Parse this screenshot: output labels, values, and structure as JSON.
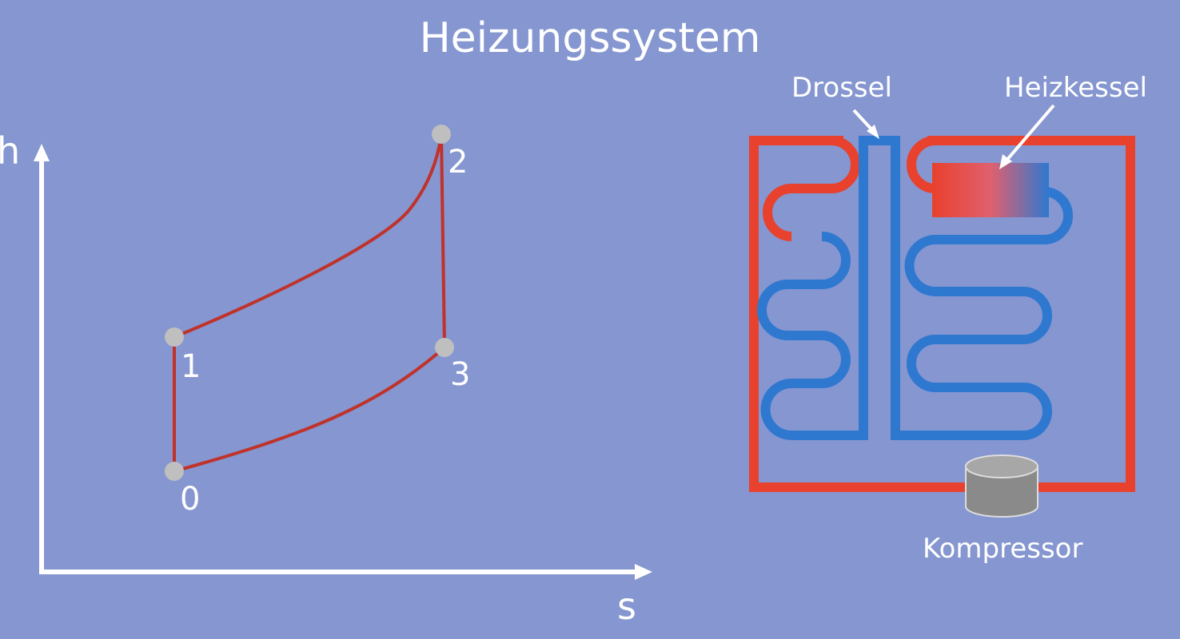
{
  "title": "Heizungssystem",
  "diagram": {
    "axis_y_label": "h",
    "axis_x_label": "s",
    "points": [
      {
        "label": "0"
      },
      {
        "label": "1"
      },
      {
        "label": "2"
      },
      {
        "label": "3"
      }
    ]
  },
  "system": {
    "drossel_label": "Drossel",
    "heizkessel_label": "Heizkessel",
    "kompressor_label": "Kompressor"
  },
  "colors": {
    "background": "#8596d0",
    "hot_pipe": "#e8412d",
    "cold_pipe": "#2f78d0",
    "cycle_line": "#c0322a",
    "state_point": "#bfbfbf",
    "compressor": "#8a8a8a"
  }
}
